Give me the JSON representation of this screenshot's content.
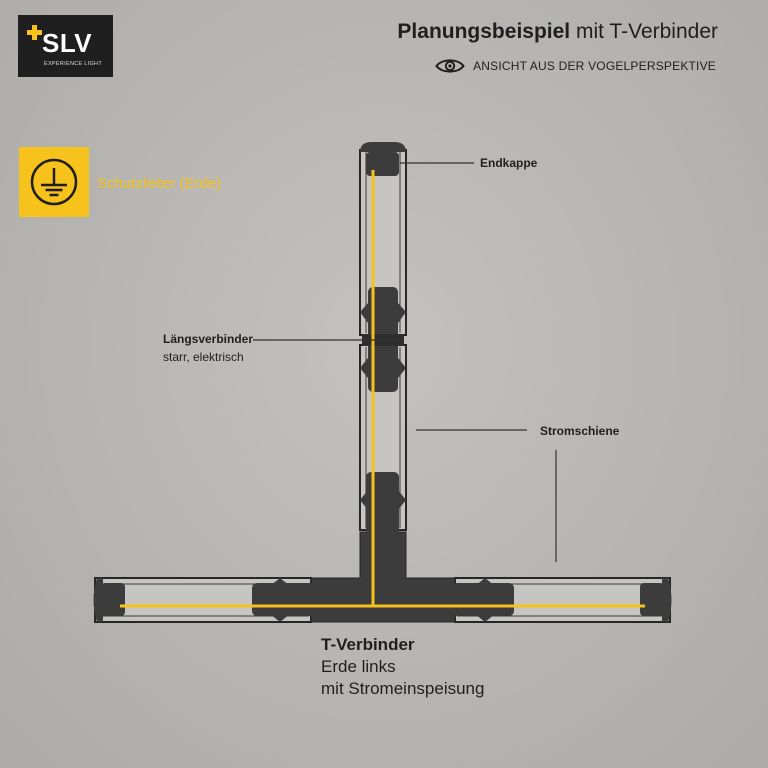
{
  "brand": {
    "name": "SLV",
    "tagline": "EXPERIENCE LIGHT",
    "accent_color": "#f7c21b"
  },
  "header": {
    "title_bold": "Planungsbeispiel",
    "title_rest": "mit T-Verbinder",
    "view_icon": "eye-icon",
    "view_label": "ANSICHT AUS DER VOGELPERSPEKTIVE"
  },
  "legend": {
    "icon": "ground-icon",
    "label": "Schutzleiter (Erde)",
    "color": "#f7c21b"
  },
  "labels": {
    "endcap": "Endkappe",
    "connector_title": "Längsverbinder",
    "connector_sub": "starr, elektrisch",
    "rail": "Stromschiene",
    "tee_title": "T-Verbinder",
    "tee_line1": "Erde links",
    "tee_line2": "mit Stromeinspeisung"
  }
}
